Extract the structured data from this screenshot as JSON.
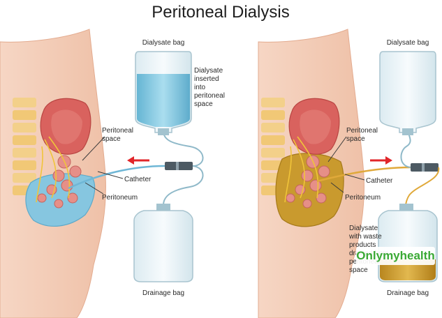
{
  "title": "Peritoneal Dialysis",
  "left_panel": {
    "dialysate_bag": "Dialysate bag",
    "note_lines": [
      "Dialysate",
      "inserted",
      "into",
      "peritoneal",
      "space"
    ],
    "peritoneal_space": [
      "Peritoneal",
      "space"
    ],
    "catheter": "Catheter",
    "peritoneum": "Peritoneum",
    "drainage_bag": "Drainage bag"
  },
  "right_panel": {
    "dialysate_bag": "Dialysate bag",
    "peritoneal_space": [
      "Peritoneal",
      "space"
    ],
    "catheter": "Catheter",
    "peritoneum": "Peritoneum",
    "note_lines": [
      "Dialysate",
      "with waste",
      "products",
      "drained from",
      "peritoneal",
      "space"
    ],
    "drainage_bag": "Drainage bag"
  },
  "watermark": "Onlymyhealth",
  "colors": {
    "skin": "#f2c9b3",
    "skin_edge": "#e8b49a",
    "dialysate": "#7cc3dc",
    "waste": "#c99a2e",
    "arrow": "#e1262a",
    "bag_outline": "#a8c4cf",
    "watermark_green": "#3aa935"
  }
}
